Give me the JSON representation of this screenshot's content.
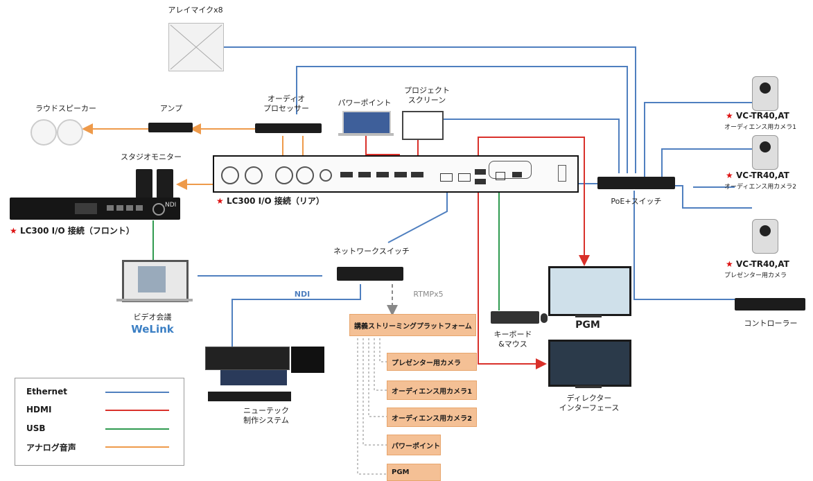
{
  "colors": {
    "ethernet": "#4f7fbf",
    "hdmi": "#d9302a",
    "usb": "#2f9a4f",
    "analog": "#ee9a4a",
    "platform": "#f4c095"
  },
  "labels": {
    "array_mic": "アレイマイクx8",
    "speakers": "ラウドスピーカー",
    "amp": "アンプ",
    "audio_proc": "オーディオ\nプロセッサー",
    "powerpoint_top": "パワーポイント",
    "projector": "プロジェクト\nスクリーン",
    "studio_monitor": "スタジオモニター",
    "lc300_rear": "LC300 I/O 接続（リア）",
    "lc300_front": "LC300 I/O 接続（フロント）",
    "network_switch": "ネットワークスイッチ",
    "ndi": "NDI",
    "rtmp": "RTMPx5",
    "video_conf": "ビデオ会議",
    "welink": "WeLink",
    "newtek": "ニューテック\n制作システム",
    "keyboard": "キーボード\n&マウス",
    "pgm": "PGM",
    "director": "ディレクター\nインターフェース",
    "poe_switch": "PoE+スイッチ",
    "cam1_name": "VC-TR40,AT",
    "cam1_sub": "オーディエンス用カメラ1",
    "cam2_name": "VC-TR40,AT",
    "cam2_sub": "オーディエンス用カメラ2",
    "cam3_name": "VC-TR40,AT",
    "cam3_sub": "プレゼンター用カメラ",
    "controller": "コントローラー",
    "ndi_badge": "NDI"
  },
  "platform": {
    "title": "講義ストリーミングプラットフォーム",
    "items": [
      "プレゼンター用カメラ",
      "オーディエンス用カメラ1",
      "オーディエンス用カメラ2",
      "パワーポイント",
      "PGM"
    ]
  },
  "legend": {
    "items": [
      {
        "label": "Ethernet",
        "color": "#4f7fbf"
      },
      {
        "label": "HDMI",
        "color": "#d9302a"
      },
      {
        "label": "USB",
        "color": "#2f9a4f"
      },
      {
        "label": "アナログ音声",
        "color": "#ee9a4a"
      }
    ]
  }
}
